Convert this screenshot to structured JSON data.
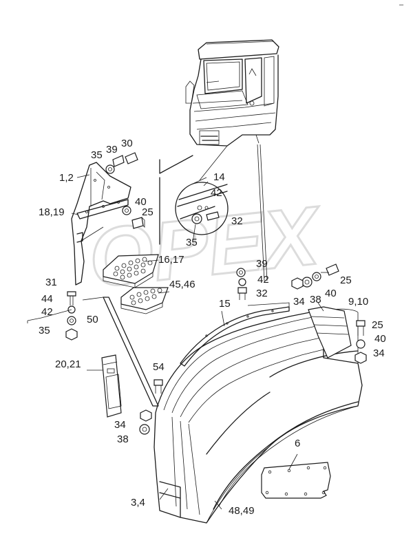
{
  "watermark": {
    "text": "OPEX"
  },
  "corner_mark": "–",
  "callouts": [
    {
      "id": "c-30",
      "label": "30"
    },
    {
      "id": "c-39a",
      "label": "39"
    },
    {
      "id": "c-35a",
      "label": "35"
    },
    {
      "id": "c-1-2",
      "label": "1,2"
    },
    {
      "id": "c-40a",
      "label": "40"
    },
    {
      "id": "c-18-19",
      "label": "18,19"
    },
    {
      "id": "c-25a",
      "label": "25"
    },
    {
      "id": "c-14",
      "label": "14"
    },
    {
      "id": "c-42a",
      "label": "42"
    },
    {
      "id": "c-32a",
      "label": "32"
    },
    {
      "id": "c-35b",
      "label": "35"
    },
    {
      "id": "c-16-17",
      "label": "16,17"
    },
    {
      "id": "c-39b",
      "label": "39"
    },
    {
      "id": "c-31",
      "label": "31"
    },
    {
      "id": "c-45-46",
      "label": "45,46"
    },
    {
      "id": "c-42b",
      "label": "42"
    },
    {
      "id": "c-25b",
      "label": "25"
    },
    {
      "id": "c-32b",
      "label": "32"
    },
    {
      "id": "c-44",
      "label": "44"
    },
    {
      "id": "c-34a",
      "label": "34"
    },
    {
      "id": "c-38a",
      "label": "38"
    },
    {
      "id": "c-40b",
      "label": "40"
    },
    {
      "id": "c-42c",
      "label": "42"
    },
    {
      "id": "c-15",
      "label": "15"
    },
    {
      "id": "c-9-10",
      "label": "9,10"
    },
    {
      "id": "c-50",
      "label": "50"
    },
    {
      "id": "c-35c",
      "label": "35"
    },
    {
      "id": "c-25c",
      "label": "25"
    },
    {
      "id": "c-40c",
      "label": "40"
    },
    {
      "id": "c-34b",
      "label": "34"
    },
    {
      "id": "c-20-21",
      "label": "20,21"
    },
    {
      "id": "c-54",
      "label": "54"
    },
    {
      "id": "c-6",
      "label": "6"
    },
    {
      "id": "c-34c",
      "label": "34"
    },
    {
      "id": "c-38b",
      "label": "38"
    },
    {
      "id": "c-3-4",
      "label": "3,4"
    },
    {
      "id": "c-48-49",
      "label": "48,49"
    }
  ]
}
